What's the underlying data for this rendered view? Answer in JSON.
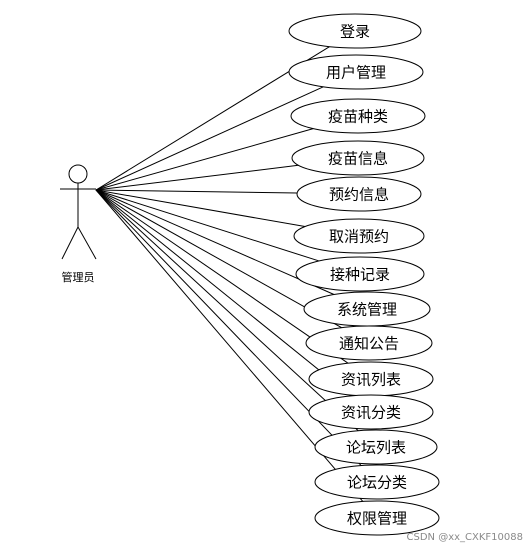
{
  "actor": {
    "label": "管理员"
  },
  "use_cases": [
    {
      "label": "登录"
    },
    {
      "label": "用户管理"
    },
    {
      "label": "疫苗种类"
    },
    {
      "label": "疫苗信息"
    },
    {
      "label": "预约信息"
    },
    {
      "label": "取消预约"
    },
    {
      "label": "接种记录"
    },
    {
      "label": "系统管理"
    },
    {
      "label": "通知公告"
    },
    {
      "label": "资讯列表"
    },
    {
      "label": "资讯分类"
    },
    {
      "label": "论坛列表"
    },
    {
      "label": "论坛分类"
    },
    {
      "label": "权限管理"
    }
  ],
  "watermark": "CSDN @xx_CXKF10088"
}
